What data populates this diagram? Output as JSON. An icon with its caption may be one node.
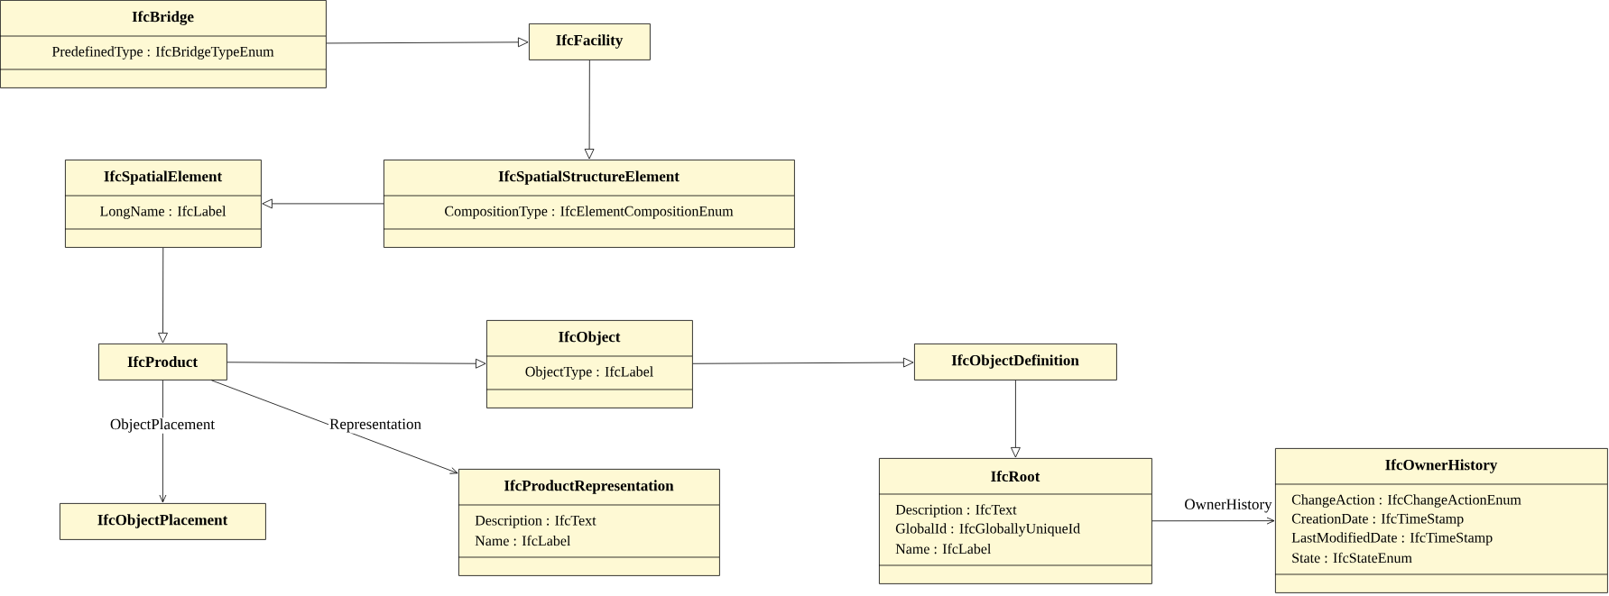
{
  "diagram": {
    "nodes": [
      {
        "text": [
          "IfcBridge",
          "PredefinedType : IfcBridgeTypeEnum"
        ]
      },
      {
        "text": [
          "IfcFacility"
        ]
      },
      {
        "text": [
          "IfcSpatialElement",
          "LongName : IfcLabel"
        ]
      },
      {
        "text": [
          "IfcSpatialStructureElement",
          "CompositionType : IfcElementCompositionEnum"
        ]
      },
      {
        "text": [
          "IfcProduct"
        ]
      },
      {
        "text": [
          "IfcObject",
          "ObjectType : IfcLabel"
        ]
      },
      {
        "text": [
          "IfcObjectDefinition"
        ]
      },
      {
        "text": [
          "IfcObjectPlacement"
        ]
      },
      {
        "text": [
          "IfcProductRepresentation",
          "Description : IfcText",
          "Name : IfcLabel"
        ]
      },
      {
        "text": [
          "IfcRoot",
          "Description : IfcText",
          "GlobalId : IfcGloballyUniqueId",
          "Name : IfcLabel"
        ]
      },
      {
        "text": [
          "IfcOwnerHistory",
          "ChangeAction : IfcChangeActionEnum",
          "CreationDate : IfcTimeStamp",
          "LastModifiedDate : IfcTimeStamp",
          "State : IfcStateEnum"
        ]
      }
    ],
    "edges": [
      {
        "from": 0,
        "to": 1,
        "arrow": "to"
      },
      {
        "from": 1,
        "to": 3,
        "arrow": "to"
      },
      {
        "from": 3,
        "to": 2,
        "arrow": "to"
      },
      {
        "from": 2,
        "to": 4,
        "arrow": "to"
      },
      {
        "from": 4,
        "to": 5,
        "arrow": "to"
      },
      {
        "from": 5,
        "to": 6,
        "arrow": "to"
      },
      {
        "from": 6,
        "to": 9,
        "arrow": "to"
      },
      {
        "from": 4,
        "to": 7,
        "arrow": "to",
        "label": "ObjectPlacement"
      },
      {
        "from": 4,
        "to": 8,
        "arrow": "to",
        "label": "Representation"
      },
      {
        "from": 9,
        "to": 10,
        "arrow": "to",
        "label": "OwnerHistory"
      }
    ]
  }
}
